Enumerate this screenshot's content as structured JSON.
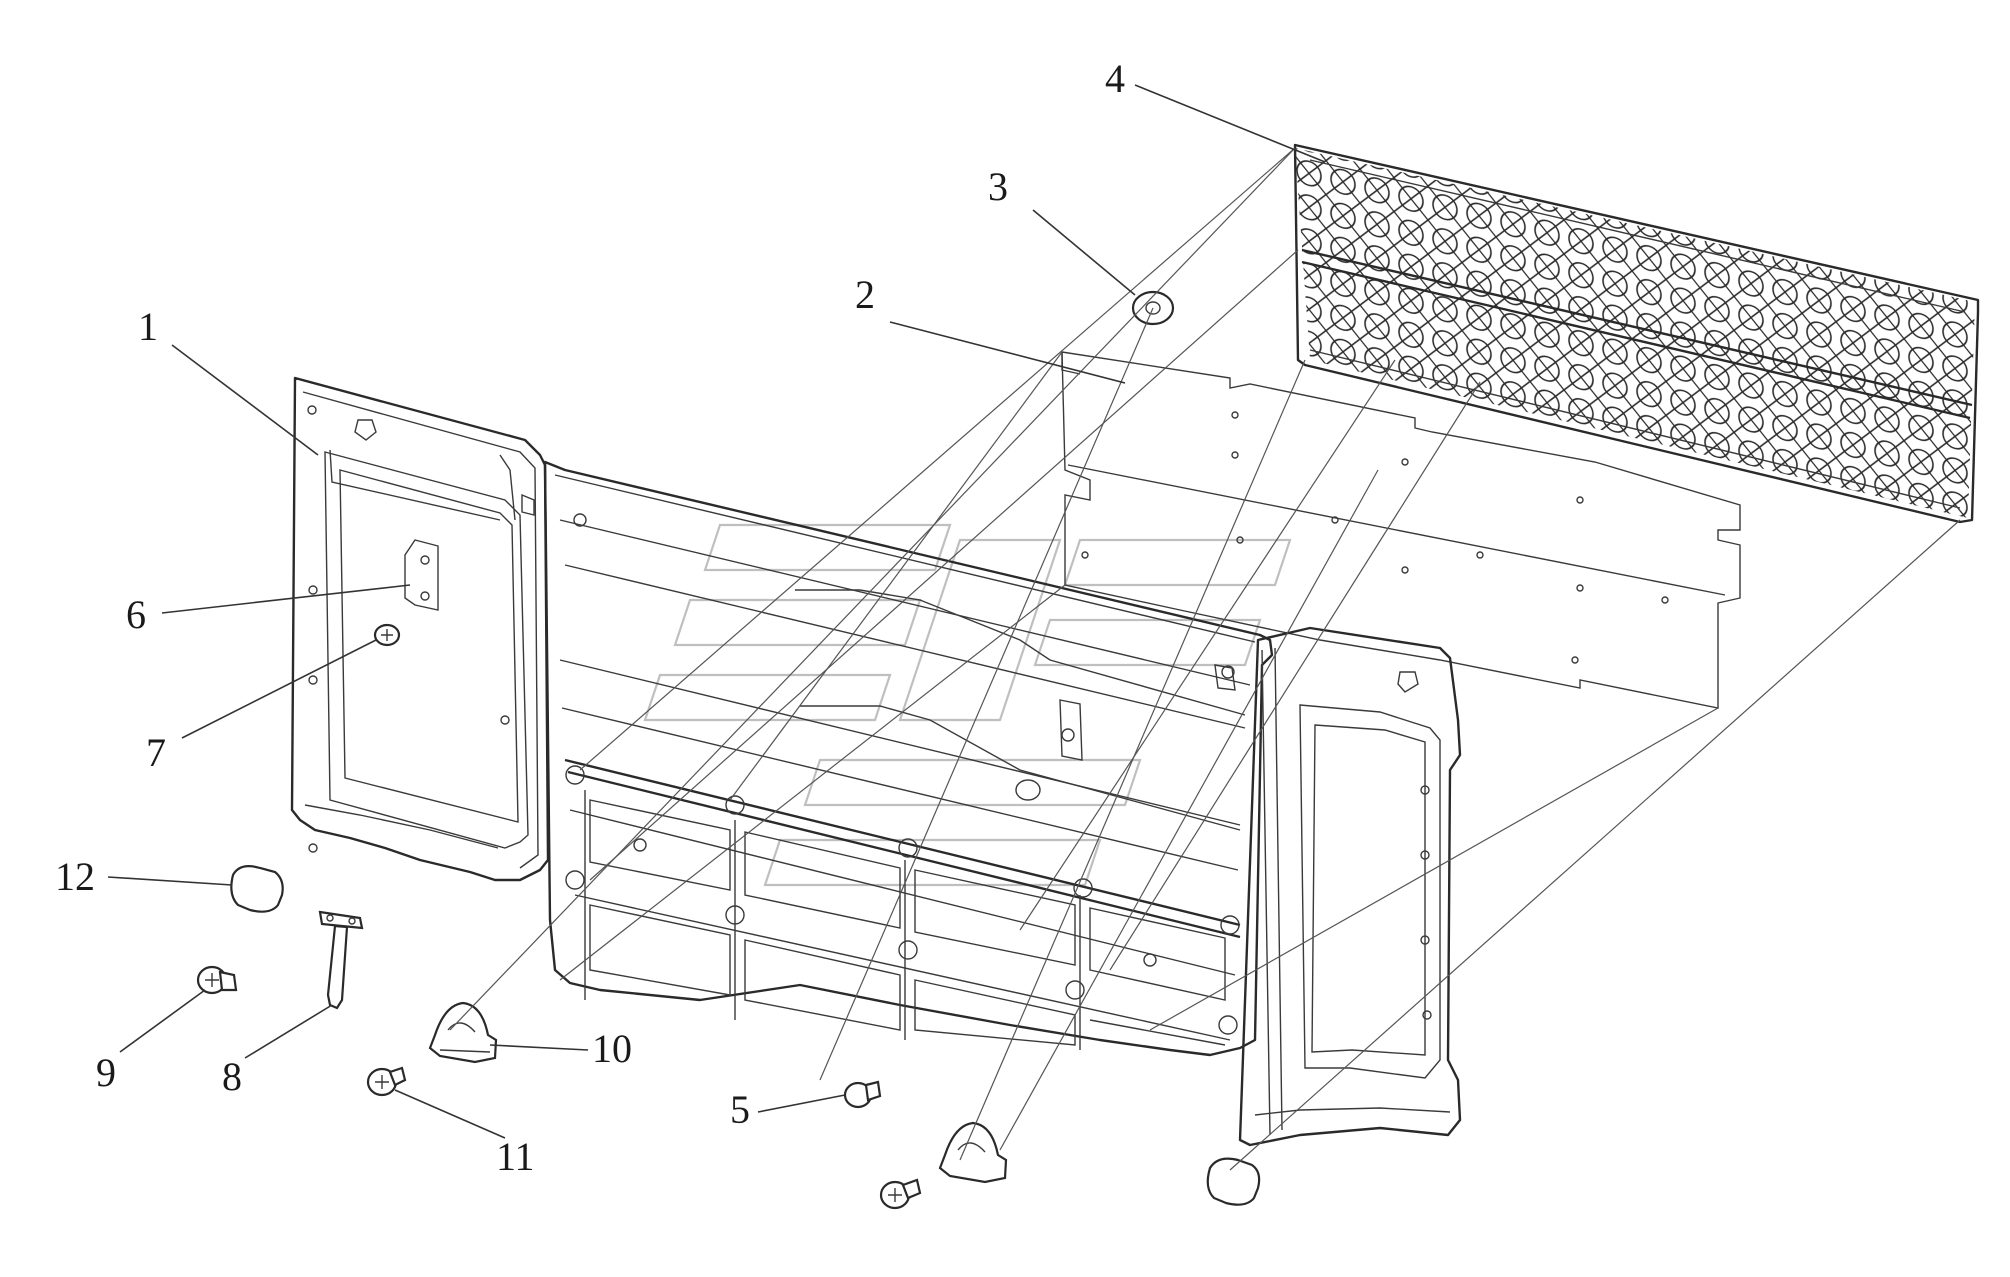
{
  "diagram": {
    "callouts": [
      {
        "id": "1",
        "label": "1"
      },
      {
        "id": "2",
        "label": "2"
      },
      {
        "id": "3",
        "label": "3"
      },
      {
        "id": "4",
        "label": "4"
      },
      {
        "id": "5",
        "label": "5"
      },
      {
        "id": "6",
        "label": "6"
      },
      {
        "id": "7",
        "label": "7"
      },
      {
        "id": "8",
        "label": "8"
      },
      {
        "id": "9",
        "label": "9"
      },
      {
        "id": "10",
        "label": "10"
      },
      {
        "id": "11",
        "label": "11"
      },
      {
        "id": "12",
        "label": "12"
      }
    ],
    "colors": {
      "line": "#2a2a2a",
      "background": "#ffffff",
      "watermark": "#8a8a8a"
    }
  }
}
